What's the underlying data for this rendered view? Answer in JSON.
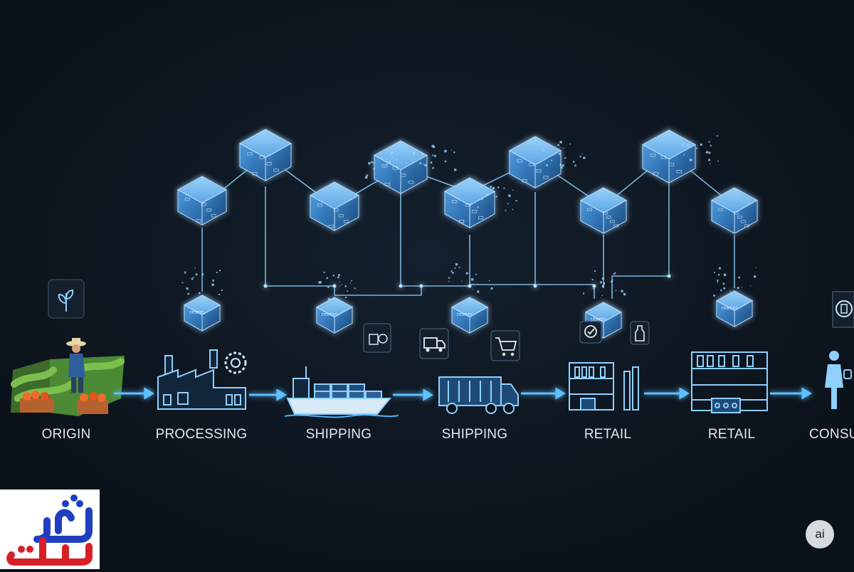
{
  "stages": [
    {
      "label": "ORIGIN",
      "icon": "leaf-icon"
    },
    {
      "label": "PROCESSING",
      "icon": "gear-icon"
    },
    {
      "label": "SHIPPING",
      "icon": "package-icon"
    },
    {
      "label": "SHIPPING",
      "icon": "truck-icon"
    },
    {
      "label": "RETAIL",
      "icon": "badge-check-icon"
    },
    {
      "label": "RETAIL",
      "icon": "bottle-icon"
    },
    {
      "label": "CONSU",
      "icon": "shield-icon"
    }
  ],
  "logo": {
    "text": "نشان تجارت",
    "colors": [
      "#1f3fbf",
      "#d81f26"
    ]
  },
  "badge": {
    "text": "ai"
  },
  "colors": {
    "background": "#0b1119",
    "glow": "#4fb3ff",
    "cube": "#3f8fd8",
    "line": "#8fd0ff",
    "label": "#dfe7ef"
  }
}
